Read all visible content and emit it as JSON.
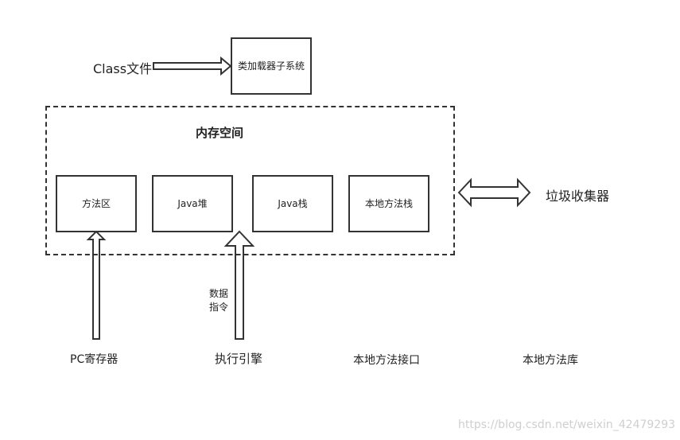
{
  "class_file": "Class文件",
  "class_loader": "类加载器子系统",
  "memory_title": "内存空间",
  "memory_boxes": [
    "方法区",
    "Java堆",
    "Java栈",
    "本地方法栈"
  ],
  "gc": "垃圾收集器",
  "data_instr_line1": "数据",
  "data_instr_line2": "指令",
  "bottom": [
    "PC寄存器",
    "执行引擎",
    "本地方法接口",
    "本地方法库"
  ],
  "watermark": "https://blog.csdn.net/weixin_42479293"
}
